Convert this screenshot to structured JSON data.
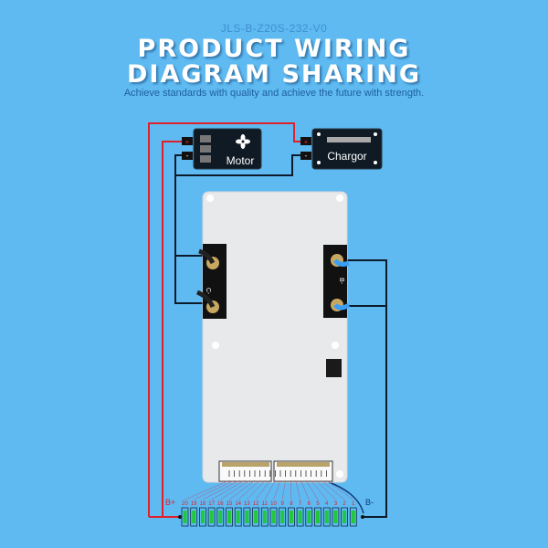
{
  "header": {
    "model": "JLS-B-Z20S-232-V0",
    "title_line1": "PRODUCT WIRING",
    "title_line2": "DIAGRAM SHARING",
    "tagline": "Achieve standards with quality and achieve the future with strength."
  },
  "devices": {
    "motor_label": "Motor",
    "charger_label": "Chargor",
    "plus": "+",
    "minus": "-"
  },
  "board": {
    "c_minus_label": "C-",
    "b_minus_label": "B-"
  },
  "battery": {
    "b_plus_label": "B+",
    "b_minus_label": "B-",
    "cells": [
      "20",
      "19",
      "18",
      "17",
      "16",
      "15",
      "14",
      "13",
      "12",
      "11",
      "10",
      "9",
      "8",
      "7",
      "6",
      "5",
      "4",
      "3",
      "2",
      "1"
    ]
  },
  "colors": {
    "background": "#5ebaf1",
    "positive_wire": "#e0202a",
    "negative_wire": "#0d1a2a",
    "cell": "#22c83a"
  }
}
